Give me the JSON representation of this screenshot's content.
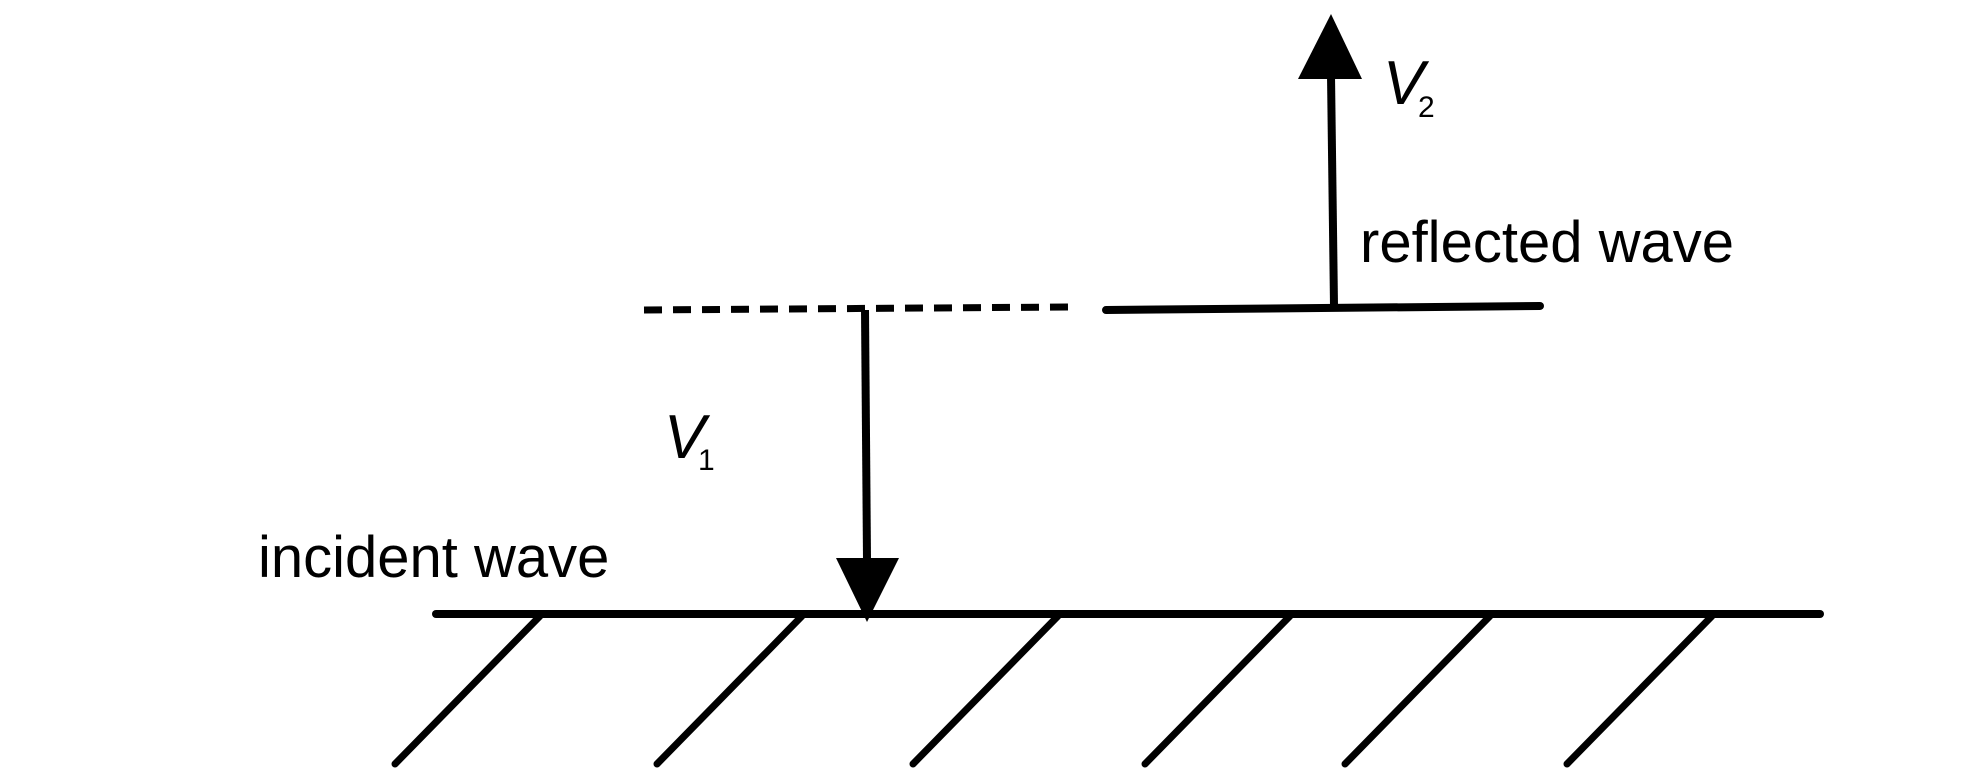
{
  "labels": {
    "incident": "incident wave",
    "reflected": "reflected wave"
  },
  "velocity_1": {
    "symbol": "V",
    "subscript": "1"
  },
  "velocity_2": {
    "symbol": "V",
    "subscript": "2"
  },
  "colors": {
    "stroke": "#000000",
    "background": "#ffffff"
  }
}
